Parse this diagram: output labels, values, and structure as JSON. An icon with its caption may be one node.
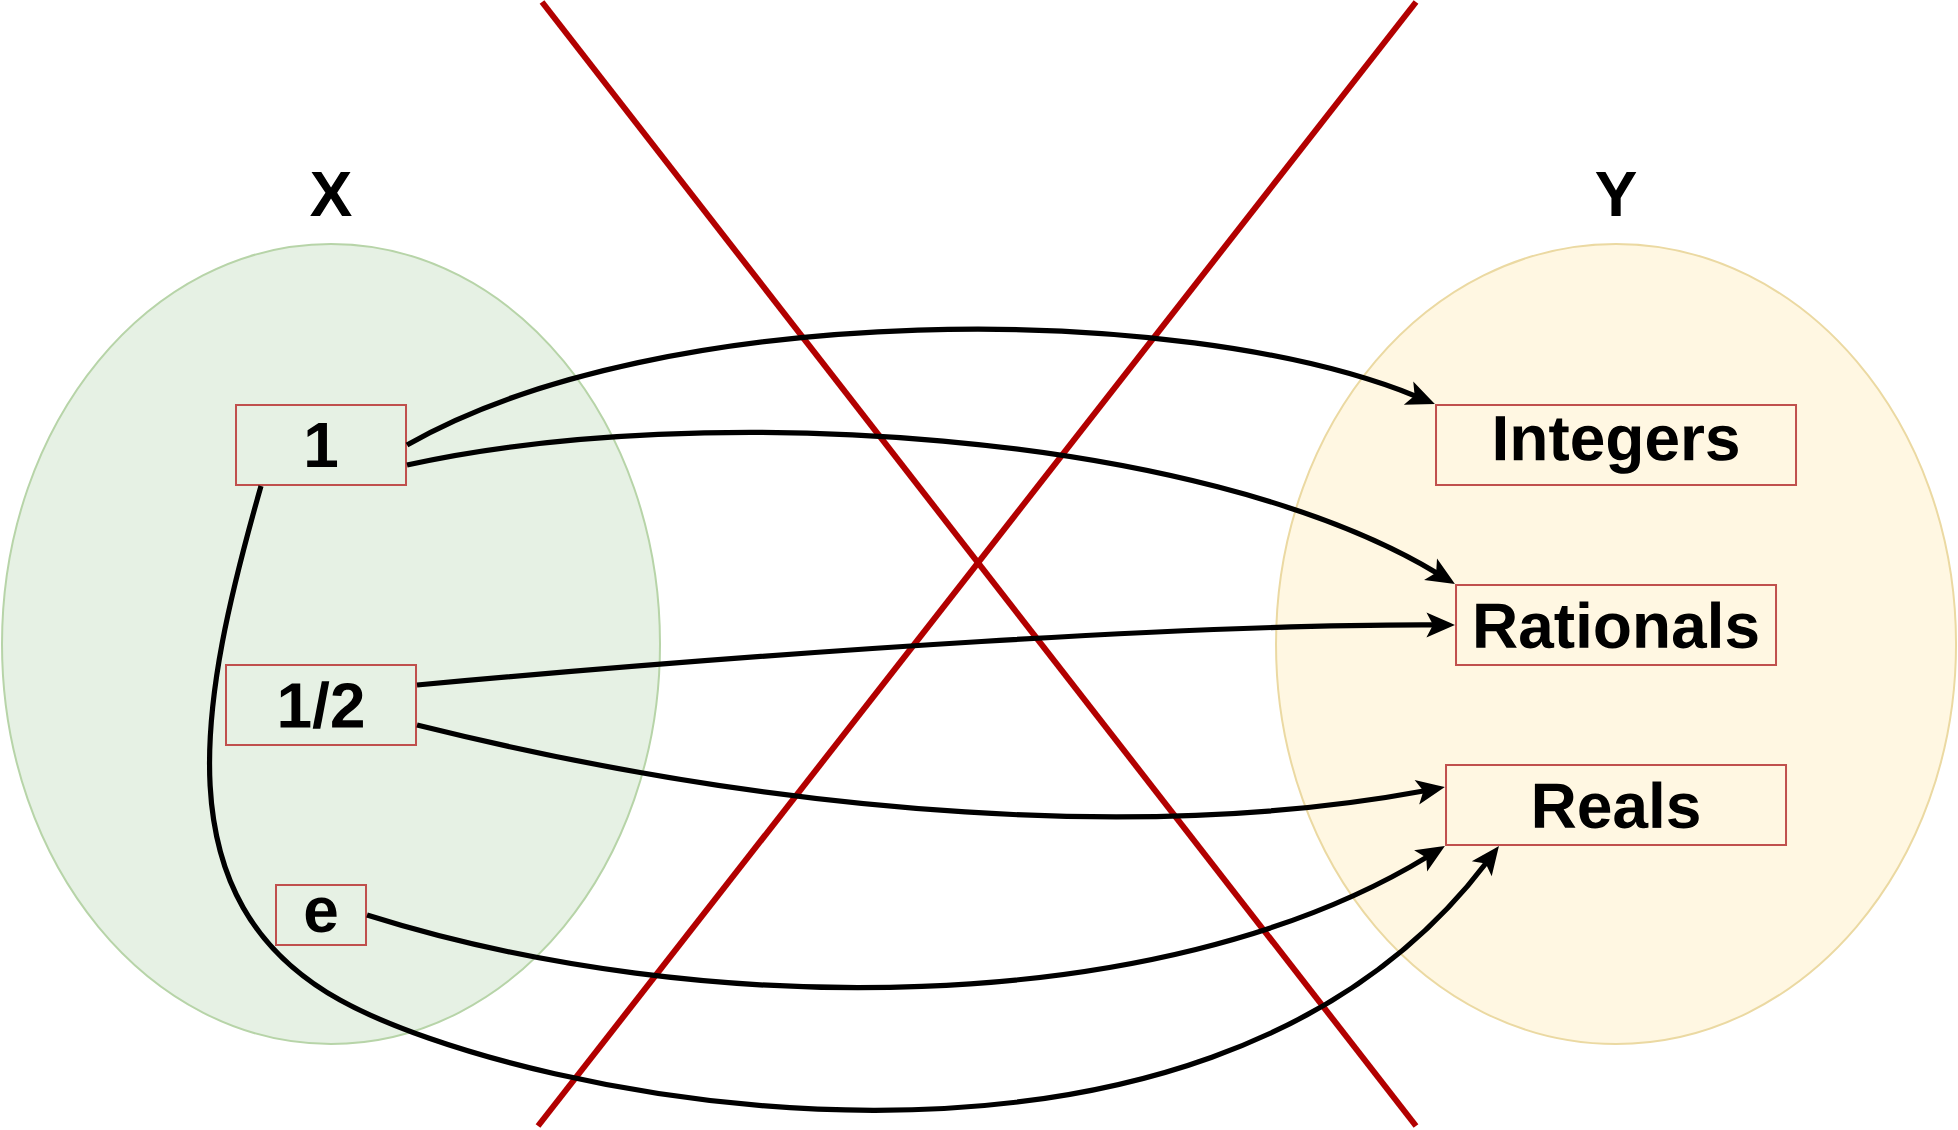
{
  "diagram": {
    "nodes": [
      {
        "text": [
          "X"
        ]
      },
      {
        "text": [
          "1"
        ],
        "in": 0
      },
      {
        "text": [
          "1/2"
        ],
        "in": 0
      },
      {
        "text": [
          "e"
        ],
        "in": 0
      },
      {
        "text": [
          "Y"
        ]
      },
      {
        "text": [
          "Integers"
        ],
        "in": 4
      },
      {
        "text": [
          "Rationals"
        ],
        "in": 4
      },
      {
        "text": [
          "Reals"
        ],
        "in": 4
      }
    ],
    "edges": [
      {
        "from": 1,
        "to": 5,
        "arrow": "to"
      },
      {
        "from": 1,
        "to": 6,
        "arrow": "to"
      },
      {
        "from": 1,
        "to": 7,
        "arrow": "to"
      },
      {
        "from": 2,
        "to": 6,
        "arrow": "to"
      },
      {
        "from": 2,
        "to": 7,
        "arrow": "to"
      },
      {
        "from": 3,
        "to": 7,
        "arrow": "to"
      }
    ]
  }
}
